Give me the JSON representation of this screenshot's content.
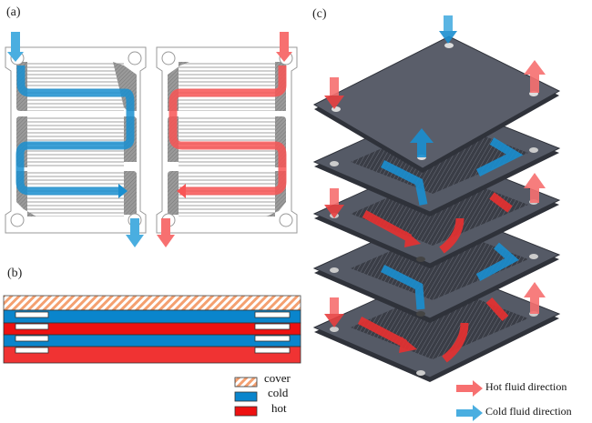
{
  "panels": {
    "a": {
      "label": "(a)"
    },
    "b": {
      "label": "(b)"
    },
    "c": {
      "label": "(c)"
    }
  },
  "legend_b": [
    {
      "name": "cover",
      "label": "cover",
      "color": "#f4a070"
    },
    {
      "name": "cold",
      "label": "cold",
      "color": "#0a85cc"
    },
    {
      "name": "hot",
      "label": "hot",
      "color": "#ee1111"
    }
  ],
  "legend_c": [
    {
      "name": "hot-fluid",
      "label": "Hot fluid direction",
      "color": "#f77070"
    },
    {
      "name": "cold-fluid",
      "label": "Cold fluid direction",
      "color": "#4aaee0"
    }
  ],
  "colors": {
    "cold_arrow": "#1a8fd0",
    "hot_arrow": "#f85555",
    "plate": "#555a66",
    "plate_edge": "#2f323a"
  }
}
